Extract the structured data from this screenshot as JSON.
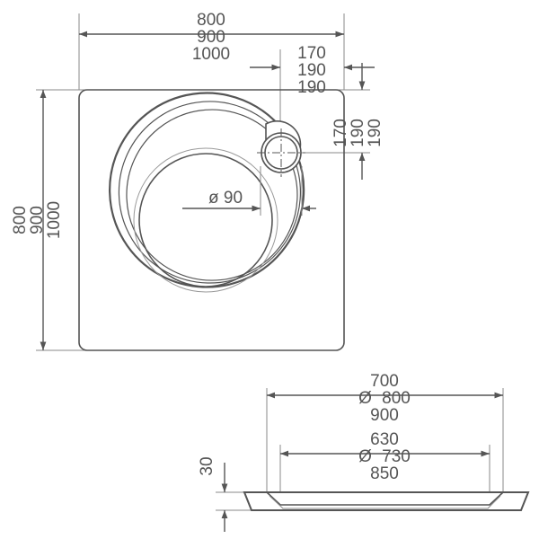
{
  "drawing": {
    "title": "Shower tray technical drawing",
    "colors": {
      "line": "#555555",
      "line_light": "#8a8a8a",
      "background": "#ffffff"
    },
    "views": {
      "plan": {
        "name": "plan-view",
        "width_dimension": {
          "name": "overall-width",
          "values": [
            "800",
            "900",
            "1000"
          ]
        },
        "height_dimension": {
          "name": "overall-height",
          "values": [
            "800",
            "900",
            "1000"
          ]
        },
        "drain_offset_horizontal": {
          "name": "drain-offset-x",
          "values": [
            "170",
            "190",
            "190"
          ]
        },
        "drain_offset_vertical": {
          "name": "drain-offset-y",
          "values": [
            "170",
            "190",
            "190"
          ]
        },
        "drain_diameter": {
          "name": "drain-diameter",
          "symbol": "ø",
          "value": "90",
          "label": "ø 90"
        }
      },
      "section": {
        "name": "section-view",
        "outer_diameter": {
          "name": "outer-diameter",
          "symbol": "Ø",
          "values": [
            "700",
            "800",
            "900"
          ]
        },
        "inner_diameter": {
          "name": "inner-diameter",
          "symbol": "Ø",
          "values": [
            "630",
            "730",
            "850"
          ]
        },
        "height": {
          "name": "tray-height",
          "value": "30"
        }
      }
    }
  }
}
